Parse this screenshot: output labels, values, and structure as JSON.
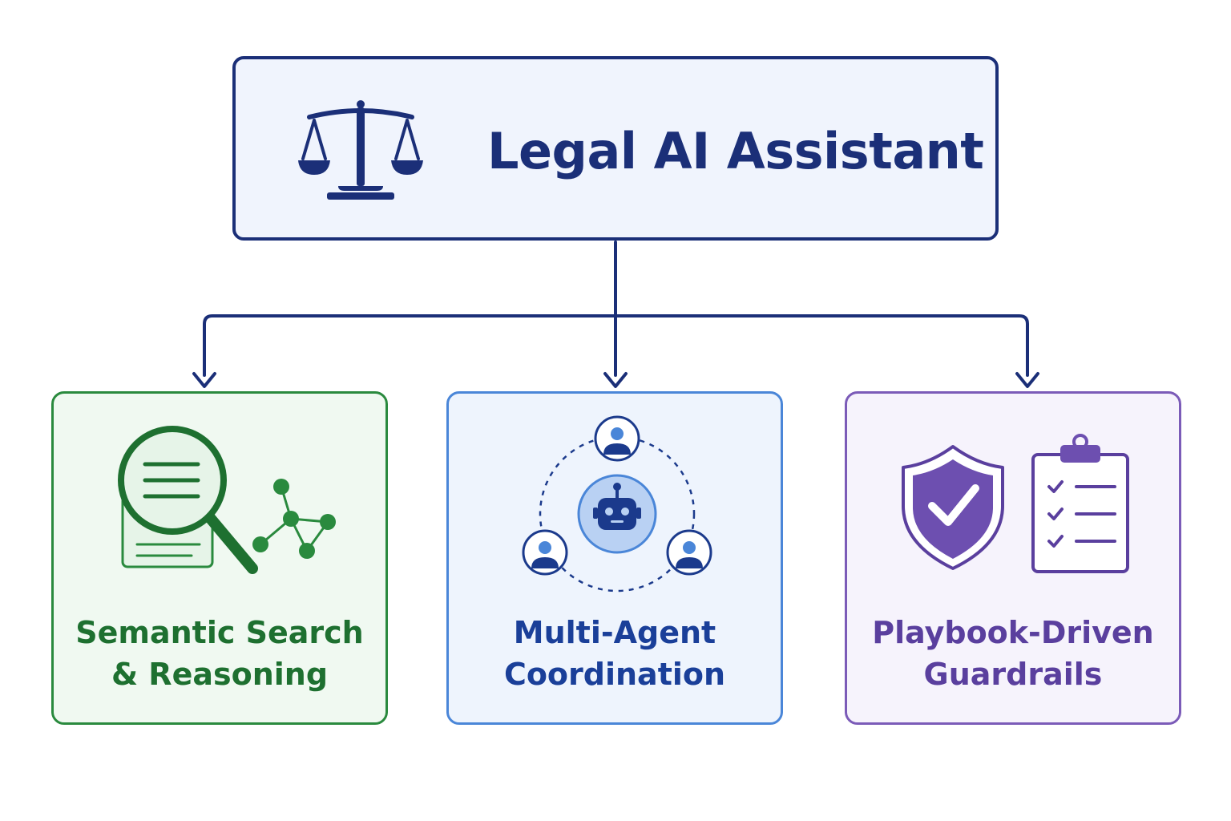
{
  "root": {
    "title": "Legal AI Assistant",
    "icon": "scales-of-justice-icon"
  },
  "cards": [
    {
      "id": "semantic",
      "title_line1": "Semantic Search",
      "title_line2": "& Reasoning",
      "icons": [
        "document-magnifier-icon",
        "knowledge-graph-icon"
      ],
      "color": "#2a8a3e"
    },
    {
      "id": "agent",
      "title_line1": "Multi-Agent",
      "title_line2": "Coordination",
      "icons": [
        "robot-icon",
        "user-agent-icon"
      ],
      "color": "#4a86d8"
    },
    {
      "id": "guard",
      "title_line1": "Playbook-Driven",
      "title_line2": "Guardrails",
      "icons": [
        "shield-check-icon",
        "clipboard-checklist-icon"
      ],
      "color": "#7b5bb8"
    }
  ],
  "colors": {
    "root_border": "#1b2f78",
    "connector": "#1b2f78"
  }
}
